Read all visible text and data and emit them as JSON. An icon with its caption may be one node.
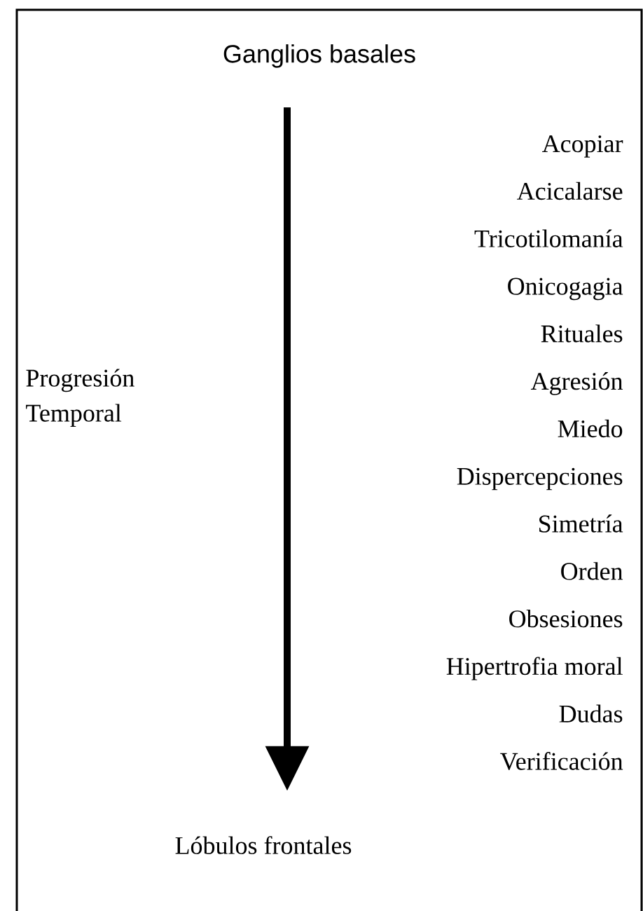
{
  "diagram": {
    "nodes": [
      {
        "text": [
          "Ganglios basales"
        ]
      },
      {
        "text": [
          "Lóbulos frontales"
        ]
      }
    ],
    "edges": [
      {
        "from": 0,
        "to": 1,
        "arrow": "to"
      }
    ],
    "labels": [
      "Progresión Temporal",
      "Acopiar",
      "Acicalarse",
      "Tricotilomanía",
      "Onicogagia",
      "Rituales",
      "Agresión",
      "Miedo",
      "Dispercepciones",
      "Simetría",
      "Orden",
      "Obsesiones",
      "Hipertrofia moral",
      "Dudas",
      "Verificación"
    ]
  }
}
